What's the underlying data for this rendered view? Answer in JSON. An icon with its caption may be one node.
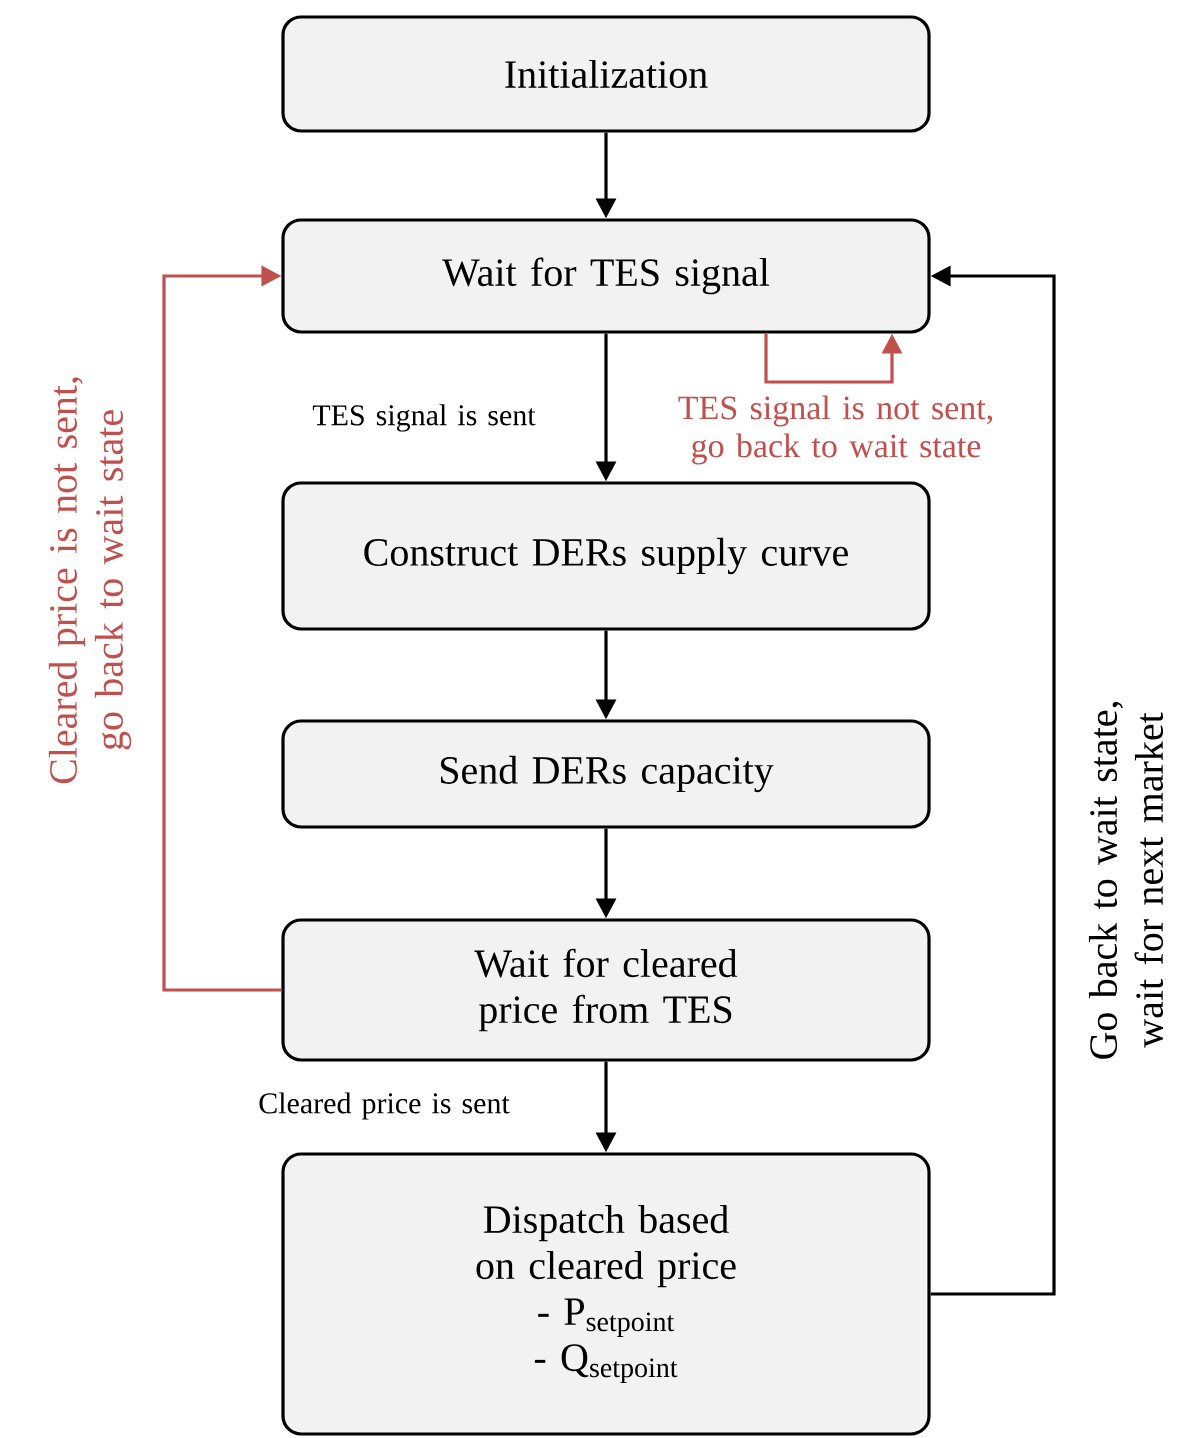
{
  "diagram": {
    "nodes": [
      {
        "text": [
          "Initialization"
        ]
      },
      {
        "text": [
          "Wait for TES signal"
        ]
      },
      {
        "text": [
          "Construct DERs supply curve"
        ]
      },
      {
        "text": [
          "Send DERs capacity"
        ]
      },
      {
        "text": [
          "Wait for cleared price from TES"
        ]
      },
      {
        "text": [
          "Dispatch based on cleared price",
          "- P$_{setpoint}$",
          "- Q$_{setpoint}$"
        ]
      }
    ],
    "edges": [
      {
        "from": 0,
        "to": 1,
        "arrow": "to"
      },
      {
        "from": 1,
        "to": 2,
        "arrow": "to",
        "label": "TES signal is sent"
      },
      {
        "from": 1,
        "to": 1,
        "arrow": "to",
        "label": "TES signal is not sent, go back to wait state",
        "color": "#c0504d"
      },
      {
        "from": 2,
        "to": 3,
        "arrow": "to"
      },
      {
        "from": 3,
        "to": 4,
        "arrow": "to"
      },
      {
        "from": 4,
        "to": 1,
        "arrow": "to",
        "label": "Cleared price is not sent, go back to wait state",
        "color": "#c0504d"
      },
      {
        "from": 4,
        "to": 5,
        "arrow": "to",
        "label": "Cleared price is sent"
      },
      {
        "from": 5,
        "to": 1,
        "arrow": "to",
        "label": "Go back to wait state, wait for next market"
      }
    ]
  }
}
